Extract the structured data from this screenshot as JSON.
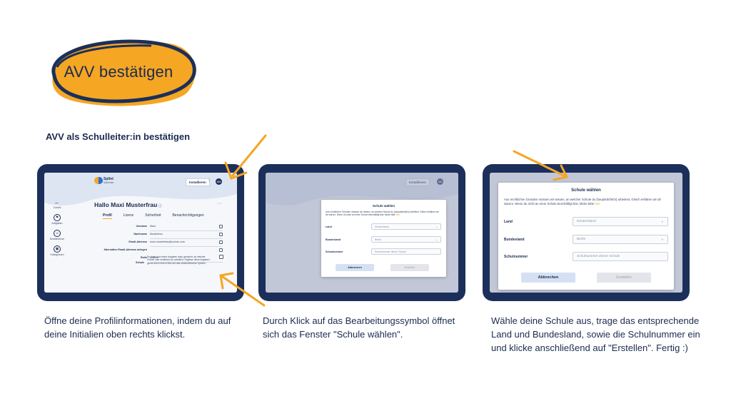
{
  "header": {
    "title": "AVV bestätigen",
    "subtitle": "AVV als Schulleiter:in bestätigen",
    "colors": {
      "accent": "#f5a623",
      "navy": "#1b2f5a"
    }
  },
  "screen1": {
    "logo": {
      "name": "Splint",
      "sub": "Materiale"
    },
    "install_label": "Installieren",
    "avatar_initials": "MM",
    "back_label": "Zurück",
    "sidebar": [
      {
        "label": "Aufgaben",
        "icon": "flag-icon"
      },
      {
        "label": "Schülerinnen",
        "icon": "users-icon"
      },
      {
        "label": "Kollegiinnen",
        "icon": "briefcase-icon"
      }
    ],
    "greeting": "Hallo Maxi Musterfrau",
    "tabs": [
      "Profil",
      "Lizenz",
      "Sicherheit",
      "Benachrichtigungen"
    ],
    "active_tab": "Profil",
    "fields": [
      {
        "label": "Vorname",
        "value": "Maxi"
      },
      {
        "label": "Nachname",
        "value": "Musterfrau"
      },
      {
        "label": "Email-Adresse",
        "value": "maxi.musterfrau@schule.com"
      },
      {
        "label": "Alternative Email-Adresse anlegen",
        "value": ""
      },
      {
        "label": "Rolle",
        "value": "Andere"
      }
    ],
    "school_label": "Schule",
    "school_info": "Du hast noch keine Angaben dazu gemacht, an welcher Schule oder Institution du arbeitest. Ergänze diese Angaben gerne durch einen Klick auf das nebenstehende Symbol."
  },
  "modal": {
    "title": "Schule wählen",
    "description": "Aus rechtlichen Gründen müssen wir wissen, an welcher Schule du (hauptsächlich) arbeitest. Gleich erklären wir dir warum. Wenn du nicht an einer Schule beschäftigt bist, klicke bitte",
    "link_text": "hier.",
    "land_label": "Land",
    "land_value": "Deutschland",
    "bundesland_label": "Bundesland",
    "bundesland_value": "Berlin",
    "schulnummer_label": "Schulnummer",
    "schulnummer_placeholder": "Schulnummer deiner Schule",
    "cancel_label": "Abbrechen",
    "create_label": "Erstellen"
  },
  "captions": {
    "step1": "Öffne deine Profilinformationen, indem du auf deine Initialien oben rechts klickst.",
    "step2": "Durch Klick auf das Bearbeitungssymbol öffnet sich das Fenster \"Schule wählen\".",
    "step3": "Wähle deine Schule aus, trage das entsprechende Land und Bundesland, sowie die Schulnummer ein und klicke anschließend auf \"Erstellen\". Fertig :)"
  }
}
